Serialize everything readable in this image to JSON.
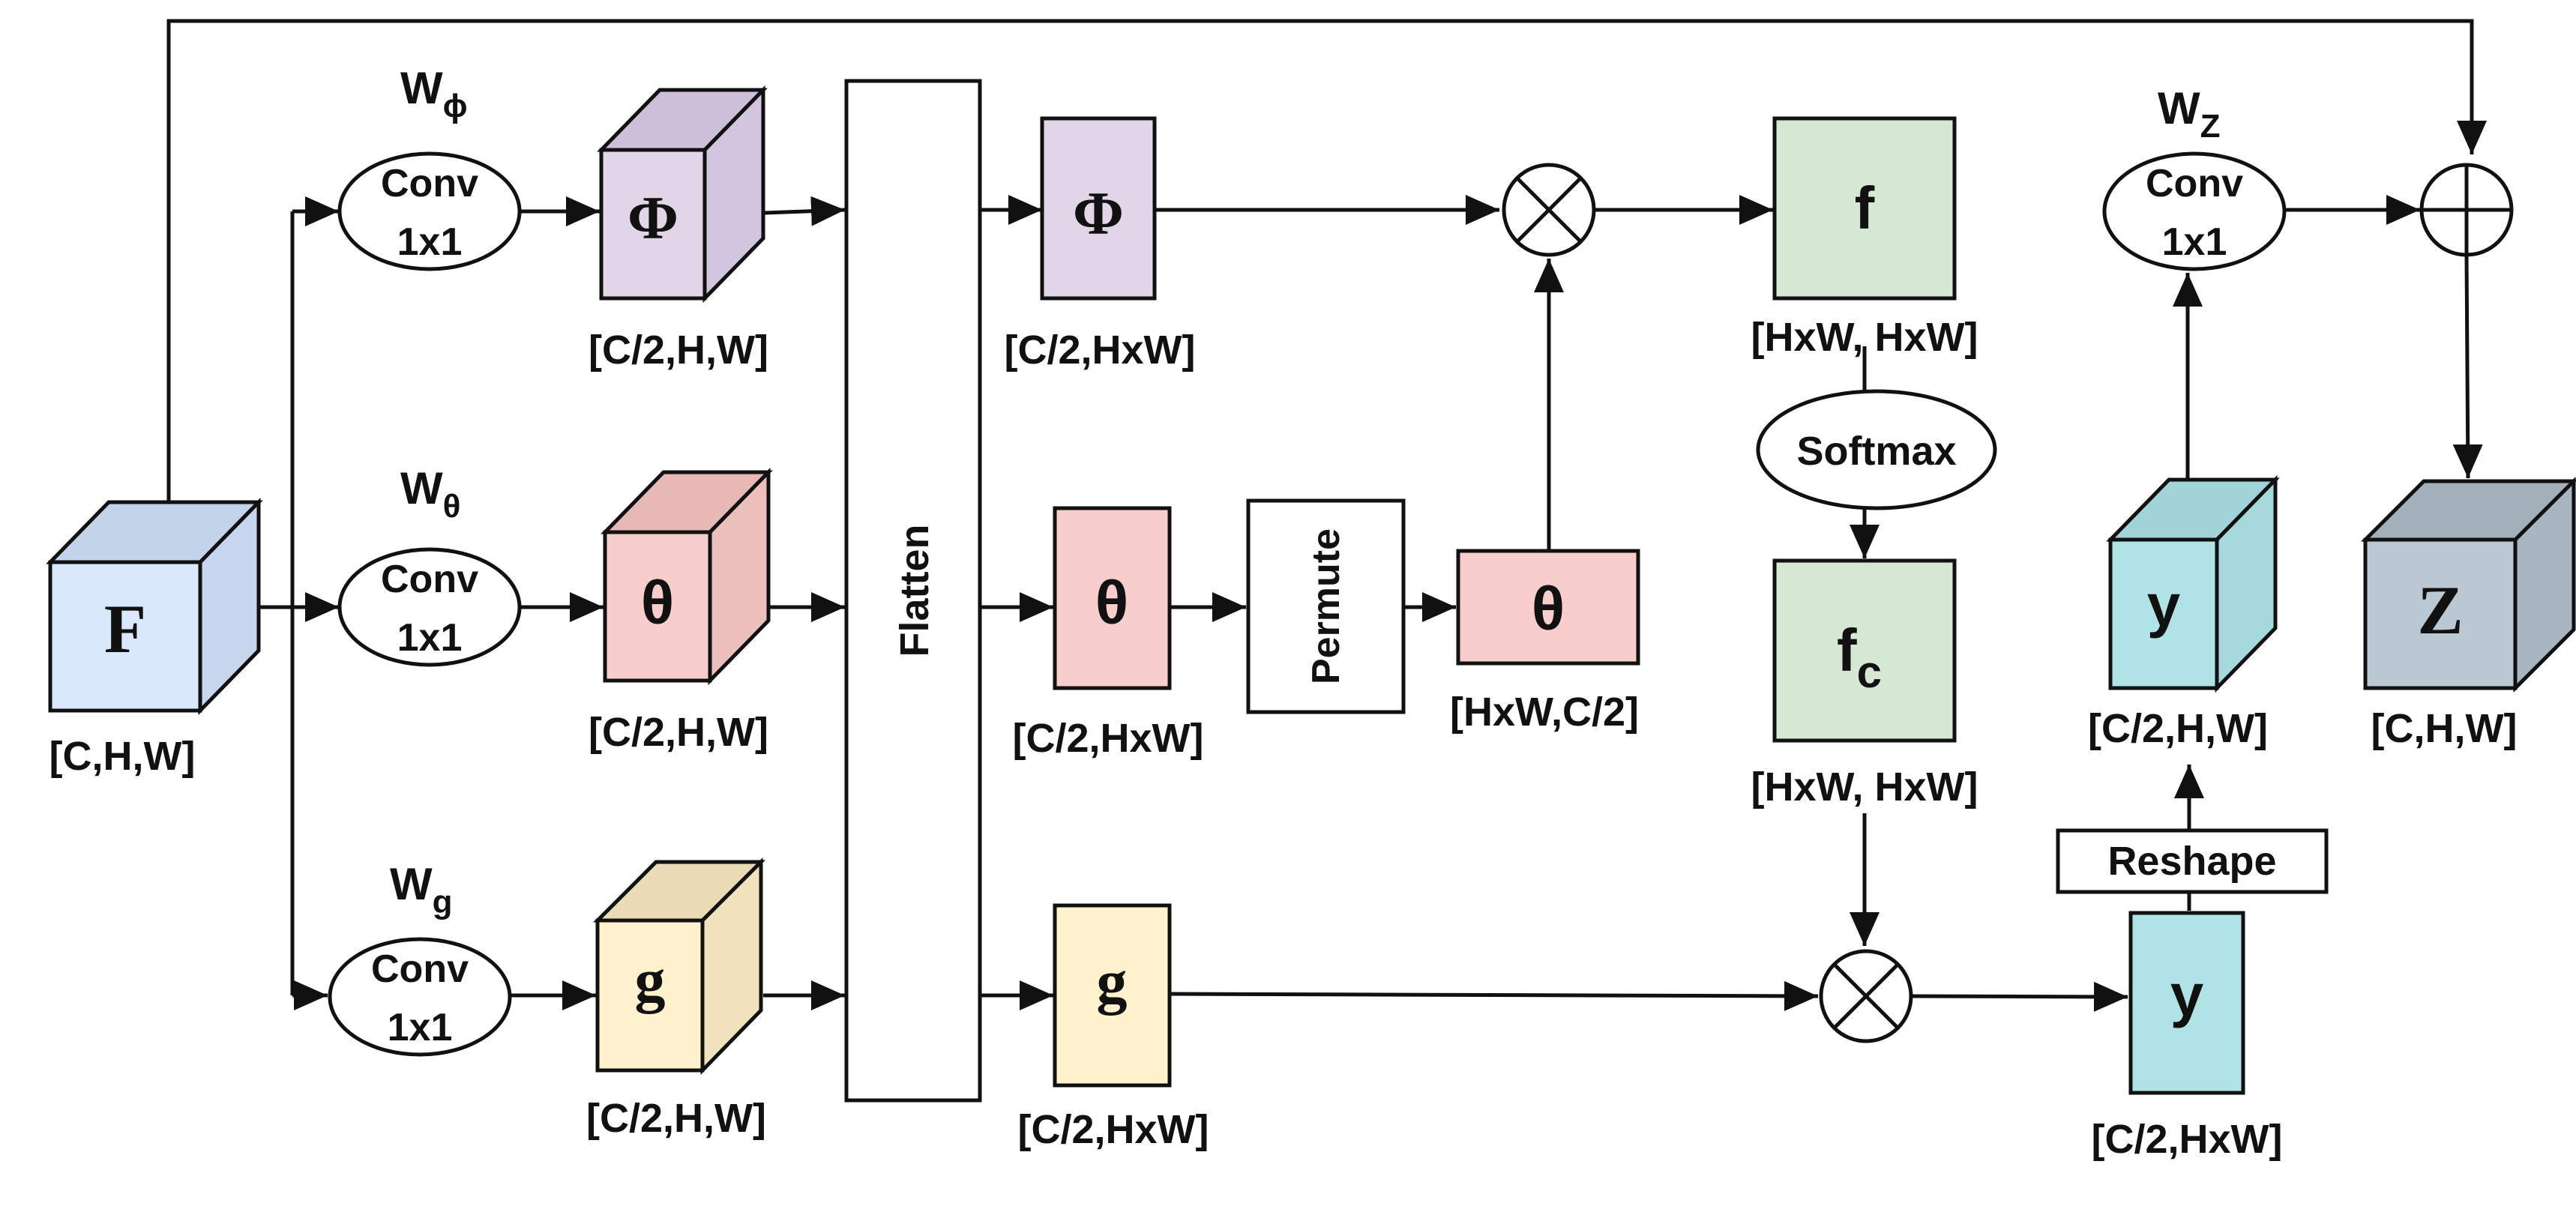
{
  "colors": {
    "input_blue": "#dae8fc",
    "phi_purple": "#e1d5e7",
    "theta_pink": "#f8cecc",
    "g_yellow": "#fff2cc",
    "f_green": "#d5e8d4",
    "y_cyan": "#b0e3e6",
    "z_gray": "#bac8d3",
    "white": "#ffffff"
  },
  "input": {
    "symbol": "F",
    "shape": "[C,H,W]"
  },
  "weights": {
    "phi_main": "W",
    "phi_sub": "ϕ",
    "theta_main": "W",
    "theta_sub": "θ",
    "g_main": "W",
    "g_sub": "g",
    "z_main": "W",
    "z_sub": "Z"
  },
  "conv": {
    "line1": "Conv",
    "line2": "1x1"
  },
  "branches": {
    "phi": {
      "symbol": "Φ",
      "shape": "[C/2,H,W]",
      "flat_shape": "[C/2,HxW]"
    },
    "theta": {
      "symbol": "θ",
      "shape": "[C/2,H,W]",
      "flat_shape": "[C/2,HxW]",
      "permuted_shape": "[HxW,C/2]"
    },
    "g": {
      "symbol": "g",
      "shape": "[C/2,H,W]",
      "flat_shape": "[C/2,HxW]"
    }
  },
  "flatten_label": "Flatten",
  "permute_label": "Permute",
  "affinity": {
    "f_symbol": "f",
    "f_shape": "[HxW, HxW]",
    "softmax": "Softmax",
    "fc_main": "f",
    "fc_sub": "c",
    "fc_shape": "[HxW, HxW]"
  },
  "output_y": {
    "flat_symbol": "y",
    "flat_shape": "[C/2,HxW]",
    "reshape": "Reshape",
    "cube_symbol": "y",
    "cube_shape": "[C/2,H,W]"
  },
  "output_z": {
    "symbol": "Z",
    "shape": "[C,H,W]"
  },
  "operators": {
    "multiply": "⊗",
    "add": "⊕"
  }
}
